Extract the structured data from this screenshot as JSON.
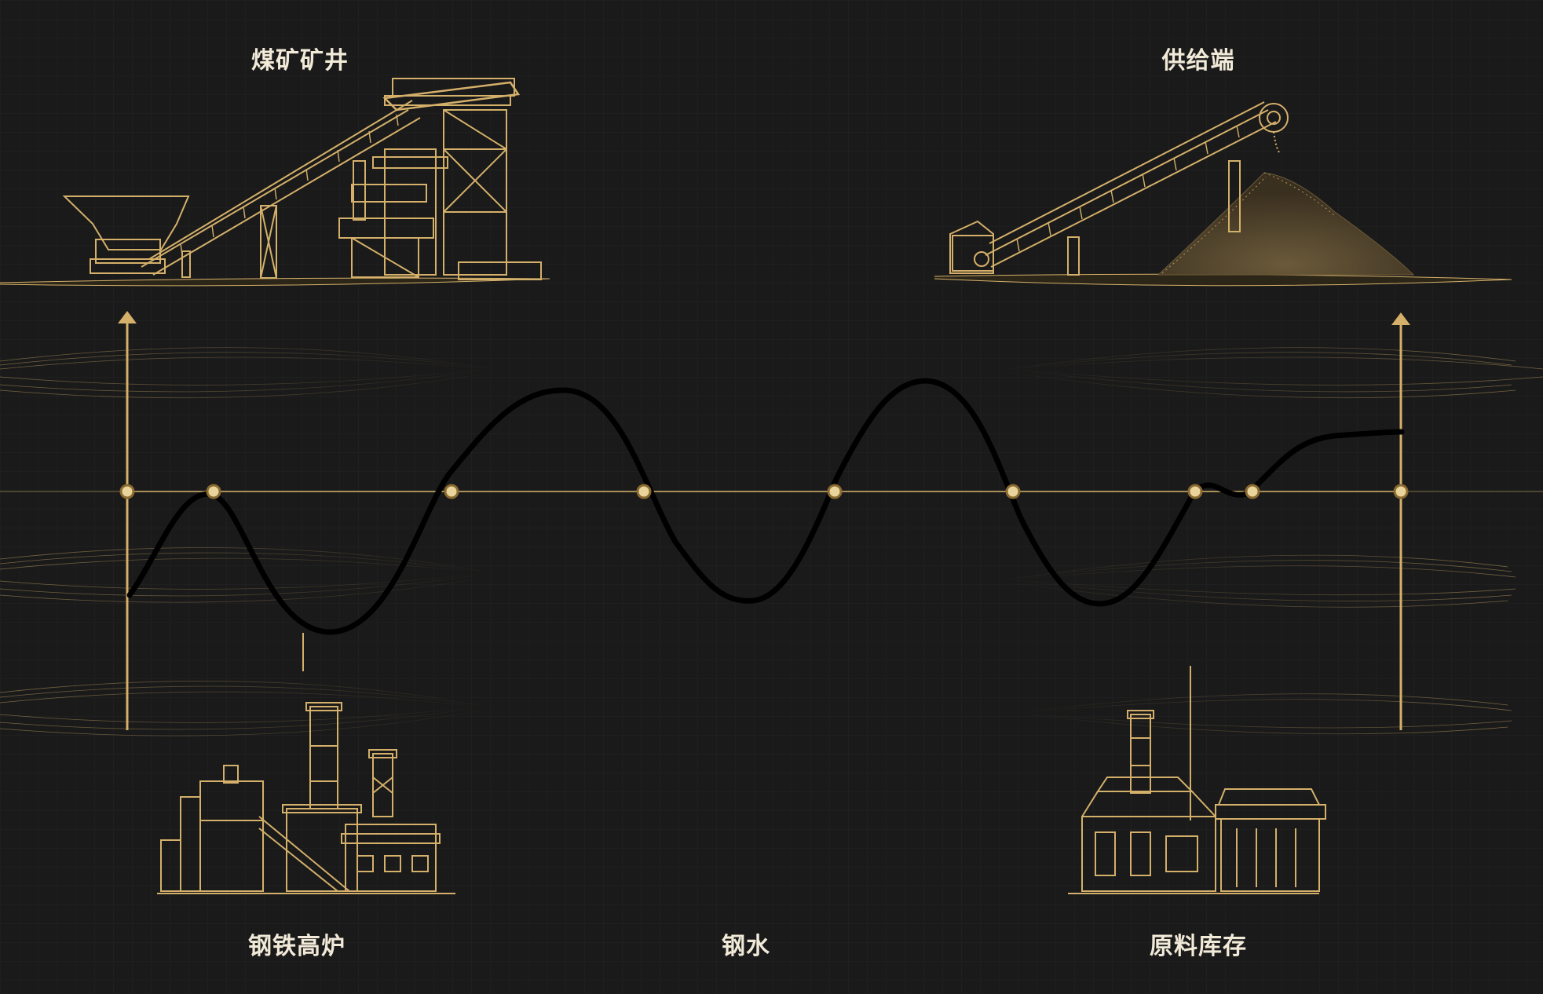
{
  "labels": {
    "coal_mine": "煤矿矿井",
    "supply_end": "供给端",
    "blast_furnace": "钢铁高炉",
    "molten_steel": "钢水",
    "raw_material_stock": "原料库存"
  },
  "colors": {
    "background": "#1a1a1a",
    "grid": "#262626",
    "gold": "#d4b06a",
    "label_text": "#f2ead8",
    "curve": "#000000"
  },
  "icons": [
    "coal-mine-conveyor-icon",
    "supply-conveyor-stockpile-icon",
    "steel-blast-furnace-icon",
    "raw-material-warehouse-icon"
  ]
}
